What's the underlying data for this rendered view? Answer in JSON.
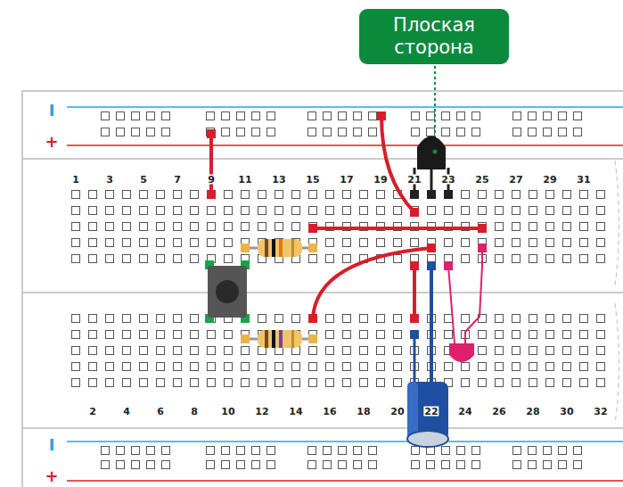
{
  "diagram": {
    "nodes": [
      {
        "text": [
          "Плоская сторона"
        ]
      }
    ],
    "labels": [
      "I",
      "+",
      "1",
      "3",
      "5",
      "7",
      "9",
      "11",
      "13",
      "15",
      "17",
      "19",
      "21",
      "23",
      "25",
      "27",
      "29",
      "31",
      "2",
      "4",
      "6",
      "8",
      "10",
      "12",
      "14",
      "16",
      "18",
      "20",
      "22",
      "24",
      "26",
      "28",
      "30",
      "32",
      "I",
      "+"
    ]
  }
}
